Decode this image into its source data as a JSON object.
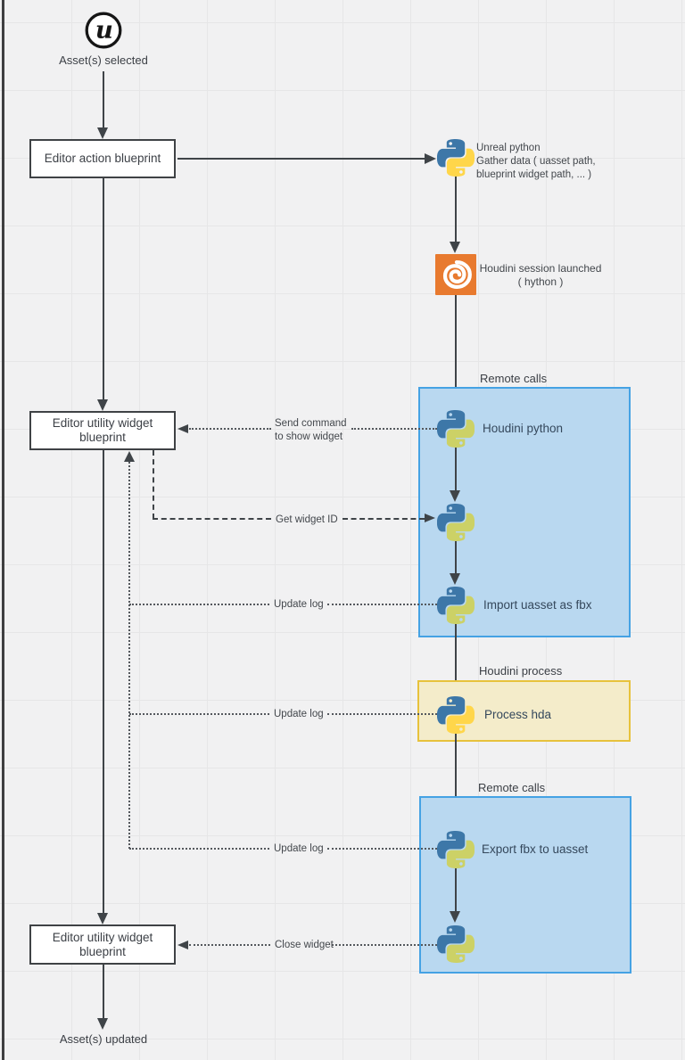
{
  "diagram": {
    "start": {
      "label": "Asset(s) selected"
    },
    "end": {
      "label": "Asset(s) updated"
    },
    "boxes": {
      "editor_action": "Editor action blueprint",
      "widget1_line1": "Editor utility widget",
      "widget1_line2": "blueprint",
      "widget2_line1": "Editor utility widget",
      "widget2_line2": "blueprint"
    },
    "annotations": {
      "unreal_python_1": "Unreal python",
      "unreal_python_2": "Gather data ( uasset path,",
      "unreal_python_3": "blueprint widget path, ... )",
      "houdini_session_1": "Houdini session launched",
      "houdini_session_2": "( hython )"
    },
    "zones": {
      "remote_calls_1": "Remote calls",
      "houdini_process": "Houdini process",
      "remote_calls_2": "Remote calls"
    },
    "steps": {
      "houdini_python": "Houdini python",
      "import_uasset": "Import uasset as fbx",
      "process_hda": "Process hda",
      "export_fbx": "Export fbx to uasset"
    },
    "connectors": {
      "send_command_1": "Send command",
      "send_command_2": "to show widget",
      "get_widget_id": "Get widget ID",
      "update_log": "Update log",
      "close_widget": "Close widget"
    },
    "icons": {
      "unreal": "unreal-engine-icon",
      "python": "python-icon",
      "houdini": "houdini-icon"
    }
  },
  "colors": {
    "canvas_bg": "#f1f1f2",
    "canvas_grid": "#e6e6e7",
    "frame_edge": "#3e3e40",
    "arrow": "#3f4448",
    "arrow_soft": "#54585d",
    "box_border": "#3f4245",
    "text": "#3b3f45",
    "text_zone": "#35485c",
    "anno_text": "#43474c",
    "zone_blue_fill": "#b9d8f0",
    "zone_blue_border": "#45a2e4",
    "zone_yellow_fill": "#f4ecca",
    "zone_yellow_border": "#e7c23c",
    "python_blue": "#3d77a8",
    "python_yellow": "#ffd64a",
    "python_olive": "#ccd166",
    "houdini_orange": "#e87a2f",
    "unreal_black": "#161616"
  }
}
